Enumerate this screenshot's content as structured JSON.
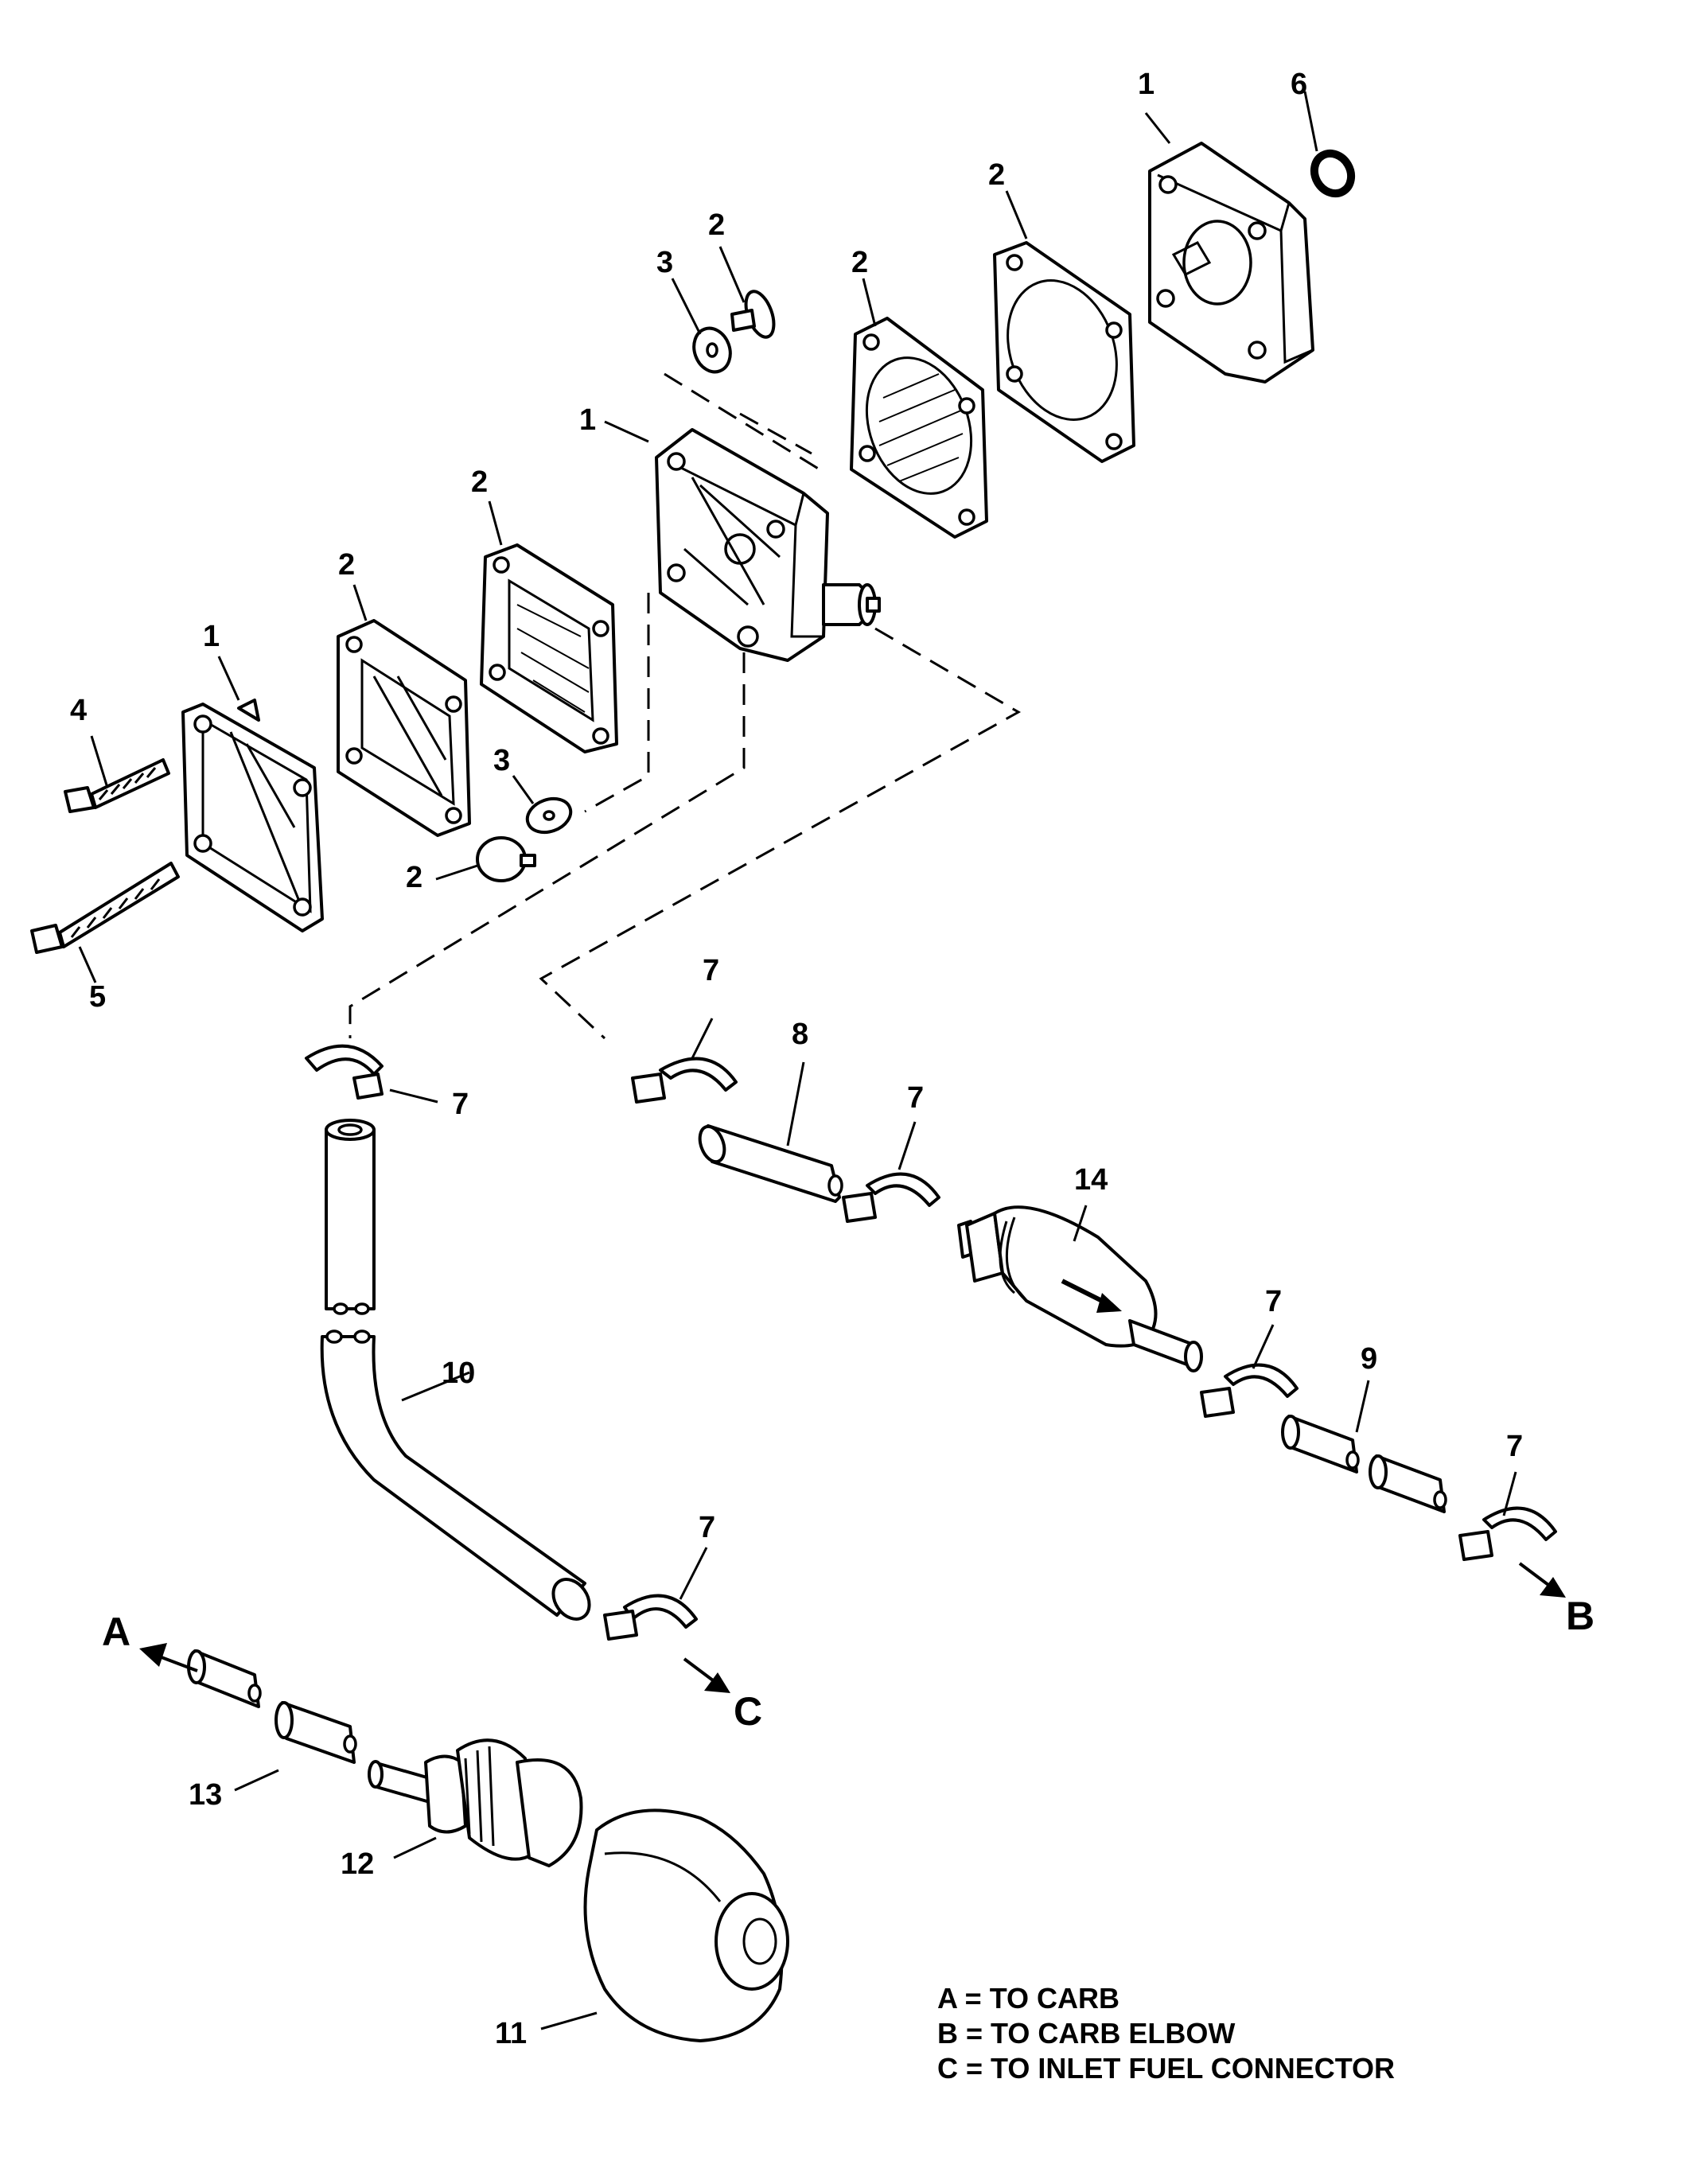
{
  "callouts": {
    "c1_top": "1",
    "c6": "6",
    "c2_a": "2",
    "c2_b": "2",
    "c2_c": "2",
    "c3_top": "3",
    "c1_mid": "1",
    "c2_d": "2",
    "c2_e": "2",
    "c1_left": "1",
    "c4": "4",
    "c3_low": "3",
    "c2_f": "2",
    "c5": "5",
    "c7_a": "7",
    "c7_b": "7",
    "c8": "8",
    "c7_c": "7",
    "c14": "14",
    "c7_d": "7",
    "c9": "9",
    "c7_e": "7",
    "c10": "10",
    "c7_f": "7",
    "c13": "13",
    "c12": "12",
    "c11": "11"
  },
  "arrows": {
    "a": "A",
    "b": "B",
    "c": "C"
  },
  "legend": {
    "line_a": "A = TO CARB",
    "line_b": "B = TO CARB ELBOW",
    "line_c": "C = TO INLET FUEL CONNECTOR"
  }
}
